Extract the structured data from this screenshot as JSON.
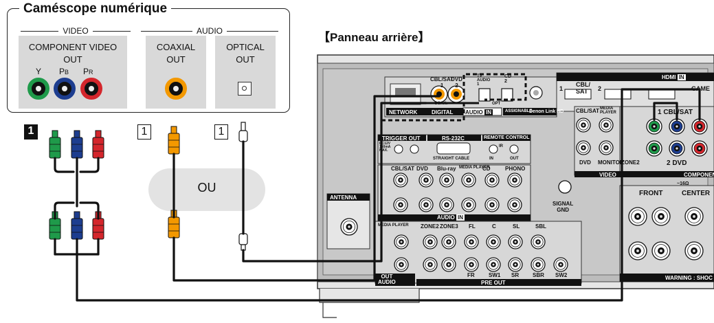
{
  "camcorder": {
    "title": "Caméscope numérique",
    "video_group": "VIDEO",
    "audio_group": "AUDIO",
    "component_label": "COMPONENT VIDEO\nOUT",
    "component_jacks": [
      "Y",
      "PB",
      "PR"
    ],
    "coaxial_label": "COAXIAL\nOUT",
    "optical_label": "OPTICAL\nOUT"
  },
  "rear_panel_title": "【Panneau arrière】",
  "steps": [
    "1",
    "1",
    "1"
  ],
  "or_label": "OU",
  "receiver": {
    "network": "NETWORK",
    "digital": "DIGITAL",
    "audio_in": "AUDIO",
    "in": "IN",
    "assignable": "ASSIGNABLE",
    "denon_link": "Denon Link HD",
    "cbl_sat_1": "CBL/SAT\n1",
    "dvd_2": "DVD\n2",
    "coax": "COAX.",
    "opt": "OPT",
    "tv_audio": "TV\nAUDIO\n1",
    "cd_2": "CD\n2",
    "hdmi": "HDMI",
    "hdmi_in": "IN",
    "hdmi_inputs": [
      "1",
      "CBL/\nSAT",
      "2",
      "GAME"
    ],
    "trigger_out": "TRIGGER OUT",
    "dc12v": "DC12V\n150mA\nMAX.",
    "rs232c": "RS-232C",
    "straight_cable": "STRAIGHT CABLE",
    "remote_control": "REMOTE CONTROL",
    "ir": "IR",
    "remote_in": "IN",
    "remote_out": "OUT",
    "audio_inputs": [
      "CBL/SAT",
      "DVD",
      "Blu-ray",
      "MEDIA PLAYER",
      "CD",
      "PHONO"
    ],
    "audio_section": "AUDIO",
    "audio_section_in": "IN",
    "antenna": "ANTENNA",
    "signal_gnd": "SIGNAL\nGND",
    "preout_inputs": [
      "MEDIA PLAYER",
      "ZONE2",
      "ZONE3",
      "FL",
      "C",
      "SL",
      "SBL"
    ],
    "preout_bottom": [
      "FR",
      "SW1",
      "SR",
      "SBR",
      "SW2"
    ],
    "out_audio": "OUT\nAUDIO",
    "pre_out": "PRE OUT",
    "video_labels": [
      "CBL/SAT",
      "MEDIA\nPLAYER",
      "DVD",
      "MONITOR",
      "ZONE2"
    ],
    "component_in_1": "1 CBL/SAT",
    "component_in_2": "2 DVD",
    "component_section": "COMPONENT",
    "video_section": "VIDEO",
    "front": "FRONT",
    "center": "CENTER",
    "impedance": "~16Ω",
    "warning": "WARNING : SHOC"
  },
  "colors": {
    "green": "#1f9a4a",
    "blue": "#1d3d8f",
    "red": "#d4262c",
    "orange": "#f39800",
    "panel_gray": "#d9d9d9",
    "receiver_gray": "#b9b9b9"
  }
}
